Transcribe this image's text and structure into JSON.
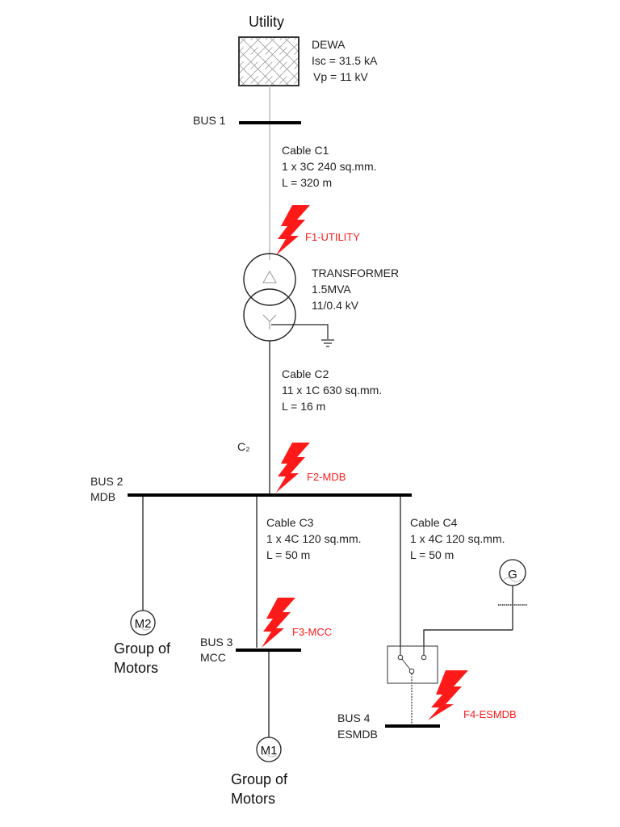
{
  "title": "Utility",
  "colors": {
    "fault": "#ff1a1a",
    "line": "#333333",
    "bus": "#000000",
    "text": "#222222"
  },
  "utility": {
    "title": "Utility",
    "name": "DEWA",
    "isc": "Isc = 31.5 kA",
    "vp": "Vp = 11 kV",
    "icon": "utility-grid-icon"
  },
  "buses": {
    "bus1": {
      "label": "BUS 1"
    },
    "bus2": {
      "label": "BUS 2",
      "sublabel": "MDB"
    },
    "bus3": {
      "label": "BUS 3",
      "sublabel": "MCC"
    },
    "bus4": {
      "label": "BUS 4",
      "sublabel": "ESMDB"
    }
  },
  "cables": {
    "c1": {
      "name": "Cable C1",
      "spec": "1 x 3C 240 sq.mm.",
      "length": "L = 320 m"
    },
    "c2": {
      "name": "Cable C2",
      "spec": "11 x 1C 630 sq.mm.",
      "length": "L = 16 m",
      "tag": "C₂"
    },
    "c3": {
      "name": "Cable C3",
      "spec": "1 x 4C 120 sq.mm.",
      "length": "L = 50 m"
    },
    "c4": {
      "name": "Cable C4",
      "spec": "1 x 4C 120 sq.mm.",
      "length": "L = 50 m"
    }
  },
  "transformer": {
    "name": "TRANSFORMER",
    "rating": "1.5MVA",
    "voltage": "11/0.4 kV"
  },
  "faults": [
    {
      "id": "F1",
      "label": "F1-UTILITY"
    },
    {
      "id": "F2",
      "label": "F2-MDB"
    },
    {
      "id": "F3",
      "label": "F3-MCC"
    },
    {
      "id": "F4",
      "label": "F4-ESMDB"
    }
  ],
  "motors": {
    "m1": {
      "symbol": "M1",
      "line1": "Group of",
      "line2": "Motors"
    },
    "m2": {
      "symbol": "M2",
      "line1": "Group of",
      "line2": "Motors"
    }
  },
  "generator": {
    "symbol": "G"
  }
}
